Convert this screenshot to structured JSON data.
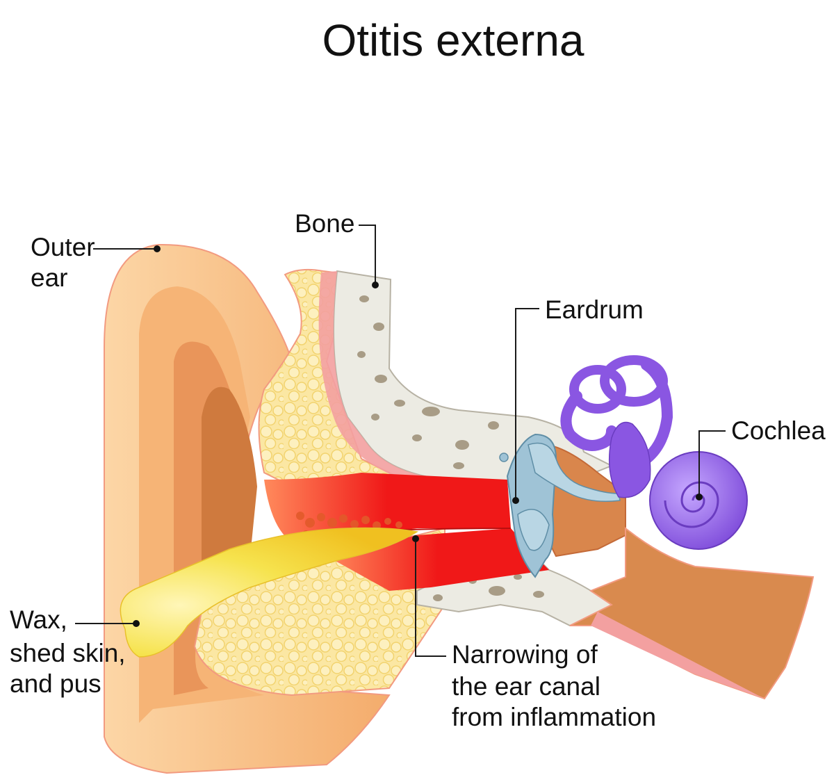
{
  "title": "Otitis externa",
  "labels": {
    "outer_ear": [
      "Outer",
      "ear"
    ],
    "bone": [
      "Bone"
    ],
    "eardrum": [
      "Eardrum"
    ],
    "cochlea": [
      "Cochlea"
    ],
    "wax": [
      "Wax,",
      "shed skin,",
      "and pus"
    ],
    "narrowing": [
      "Narrowing of",
      "the ear canal",
      "from inflammation"
    ]
  },
  "colors": {
    "skin_light": "#fcd2a0",
    "skin_mid": "#f3a565",
    "skin_dark": "#cf7a3e",
    "fat": "#fbe7a3",
    "fat_cell": "#f2d36e",
    "bone": "#ecebe3",
    "bone_pore": "#a89c86",
    "inflamed": "#f01818",
    "muscle": "#f3a0a0",
    "ossicles": "#9fc3d6",
    "cochlea": "#9161e8",
    "wax": "#f6e34e"
  }
}
